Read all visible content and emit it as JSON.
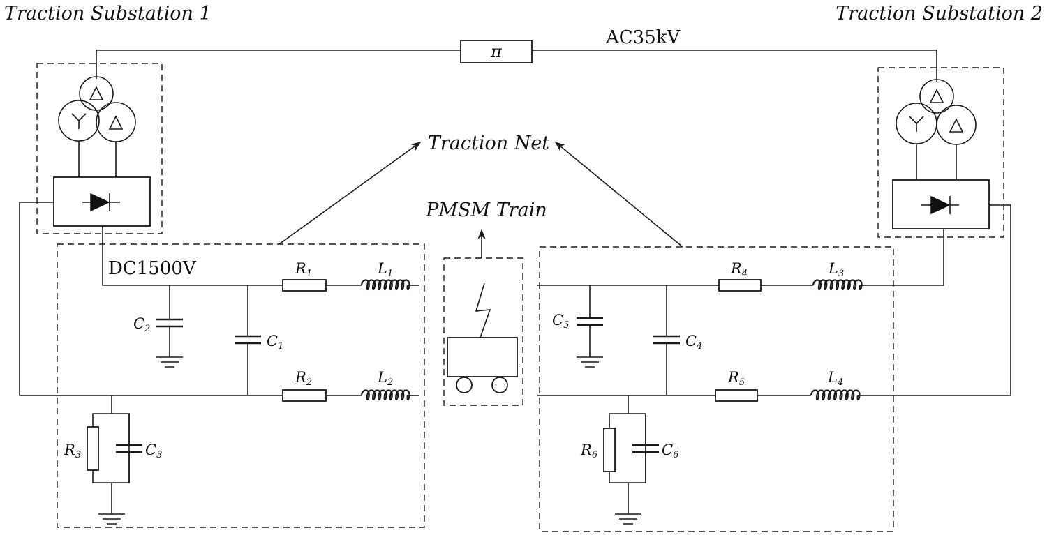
{
  "labels": {
    "substation1": "Traction Substation 1",
    "substation2": "Traction Substation 2",
    "ac_voltage": "AC35kV",
    "pi_block": "π",
    "traction_net": "Traction Net",
    "train": "PMSM Train",
    "dc_voltage": "DC1500V"
  },
  "components": {
    "R1": {
      "sym": "R",
      "sub": "1"
    },
    "R2": {
      "sym": "R",
      "sub": "2"
    },
    "R3": {
      "sym": "R",
      "sub": "3"
    },
    "R4": {
      "sym": "R",
      "sub": "4"
    },
    "R5": {
      "sym": "R",
      "sub": "5"
    },
    "R6": {
      "sym": "R",
      "sub": "6"
    },
    "L1": {
      "sym": "L",
      "sub": "1"
    },
    "L2": {
      "sym": "L",
      "sub": "2"
    },
    "L3": {
      "sym": "L",
      "sub": "3"
    },
    "L4": {
      "sym": "L",
      "sub": "4"
    },
    "C1": {
      "sym": "C",
      "sub": "1"
    },
    "C2": {
      "sym": "C",
      "sub": "2"
    },
    "C3": {
      "sym": "C",
      "sub": "3"
    },
    "C4": {
      "sym": "C",
      "sub": "4"
    },
    "C5": {
      "sym": "C",
      "sub": "5"
    },
    "C6": {
      "sym": "C",
      "sub": "6"
    }
  }
}
